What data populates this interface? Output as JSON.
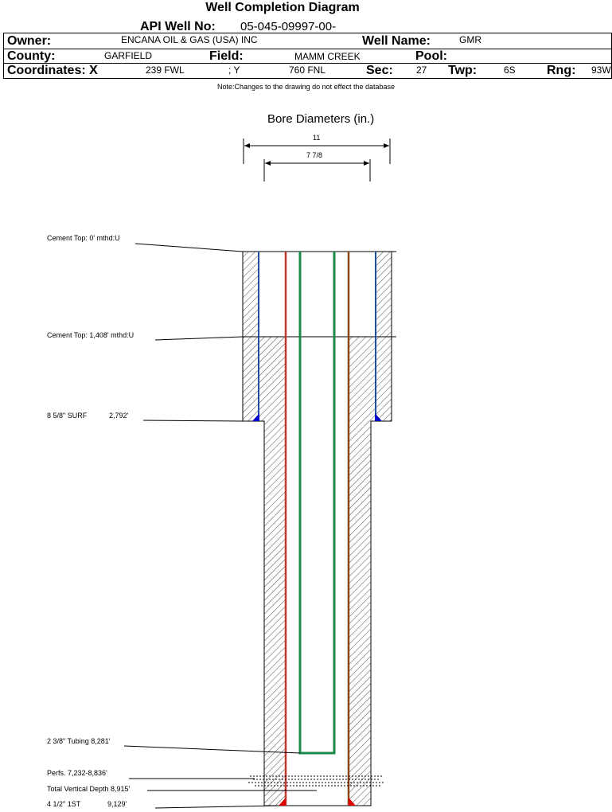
{
  "header": {
    "title": "Well Completion Diagram",
    "api_label": "API Well No:",
    "api_value": "05-045-09997-00-",
    "owner_label": "Owner:",
    "owner_value": "ENCANA OIL & GAS (USA) INC",
    "well_name_label": "Well Name:",
    "well_name_value": "GMR",
    "county_label": "County:",
    "county_value": "GARFIELD",
    "field_label": "Field:",
    "field_value": "MAMM CREEK",
    "pool_label": "Pool:",
    "pool_value": "",
    "coord_x_label": "Coordinates: X",
    "coord_x_value": "239 FWL",
    "coord_y_label": "; Y",
    "coord_y_value": "760 FNL",
    "sec_label": "Sec:",
    "sec_value": "27",
    "twp_label": "Twp:",
    "twp_value": "6S",
    "rng_label": "Rng:",
    "rng_value": "93W"
  },
  "note": "Note:Changes to the drawing do not effect the database",
  "diagram": {
    "title": "Bore Diameters (in.)",
    "outer_diameter_label": "11",
    "inner_diameter_label": "7 7/8",
    "annotations": {
      "cement_top_1": "Cement Top: 0' mthd:U",
      "cement_top_2": "Cement Top: 1,408' mthd:U",
      "surface_casing": "8 5/8\" SURF",
      "surface_casing_depth": "2,792'",
      "tubing": "2 3/8\" Tubing 8,281'",
      "perfs": "Perfs. 7,232-8,836'",
      "total_depth": "Total Vertical Depth 8,915'",
      "production_casing": "4 1/2\" 1ST",
      "production_casing_depth": "9,129'"
    },
    "colors": {
      "surface_casing": "#1f4fa0",
      "production_casing": "#c0392b",
      "production_casing_inner": "#8b4513",
      "tubing": "#1a8a4a",
      "shoe_surface": "#0000cc",
      "shoe_production": "#e00000"
    }
  }
}
